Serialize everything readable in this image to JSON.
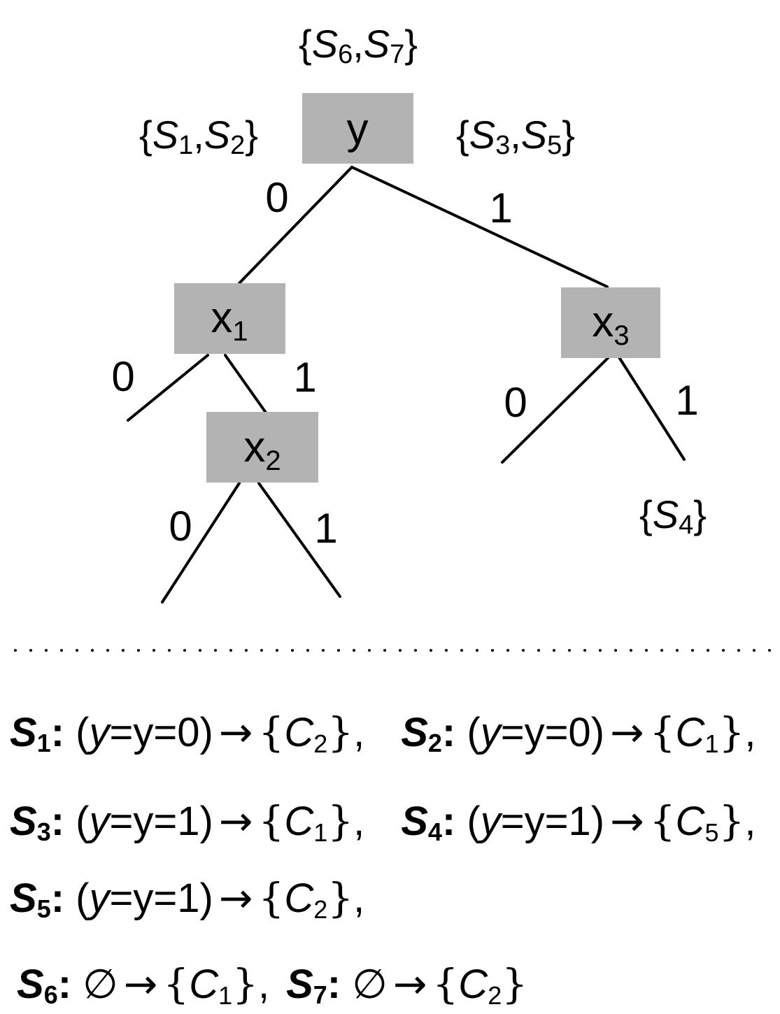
{
  "diagram": {
    "nodes": {
      "root": {
        "label": "y"
      },
      "x1": {
        "label": "x",
        "sub": "1"
      },
      "x3": {
        "label": "x",
        "sub": "3"
      },
      "x2": {
        "label": "x",
        "sub": "2"
      }
    },
    "edge_labels": {
      "root_0": "0",
      "root_1": "1",
      "x1_0": "0",
      "x1_1": "1",
      "x3_0": "0",
      "x3_1": "1",
      "x2_0": "0",
      "x2_1": "1"
    },
    "sets": {
      "top": {
        "open": "{",
        "items": [
          [
            "S",
            "6"
          ],
          [
            "S",
            "7"
          ]
        ],
        "close": "}"
      },
      "left": {
        "open": "{",
        "items": [
          [
            "S",
            "1"
          ],
          [
            "S",
            "2"
          ]
        ],
        "close": "}"
      },
      "right": {
        "open": "{",
        "items": [
          [
            "S",
            "3"
          ],
          [
            "S",
            "5"
          ]
        ],
        "close": "}"
      },
      "leaf": {
        "open": "{",
        "items": [
          [
            "S",
            "4"
          ]
        ],
        "close": "}"
      }
    },
    "colors": {
      "node_fill": "#b3b3b3",
      "line": "#000000",
      "separator": "#000000"
    }
  },
  "rules": {
    "arrow": "→",
    "empty": "∅",
    "items": [
      {
        "name": "S",
        "sub": "1",
        "cond": "y=0",
        "conc": "C",
        "conc_sub": "2",
        "sep": ","
      },
      {
        "name": "S",
        "sub": "2",
        "cond": "y=0",
        "conc": "C",
        "conc_sub": "1",
        "sep": ","
      },
      {
        "name": "S",
        "sub": "3",
        "cond": "y=1",
        "conc": "C",
        "conc_sub": "1",
        "sep": ","
      },
      {
        "name": "S",
        "sub": "4",
        "cond": "y=1",
        "conc": "C",
        "conc_sub": "5",
        "sep": ","
      },
      {
        "name": "S",
        "sub": "5",
        "cond": "y=1",
        "conc": "C",
        "conc_sub": "2",
        "sep": ","
      },
      {
        "name": "S",
        "sub": "6",
        "cond": "",
        "conc": "C",
        "conc_sub": "1",
        "sep": ","
      },
      {
        "name": "S",
        "sub": "7",
        "cond": "",
        "conc": "C",
        "conc_sub": "2",
        "sep": ""
      }
    ]
  }
}
